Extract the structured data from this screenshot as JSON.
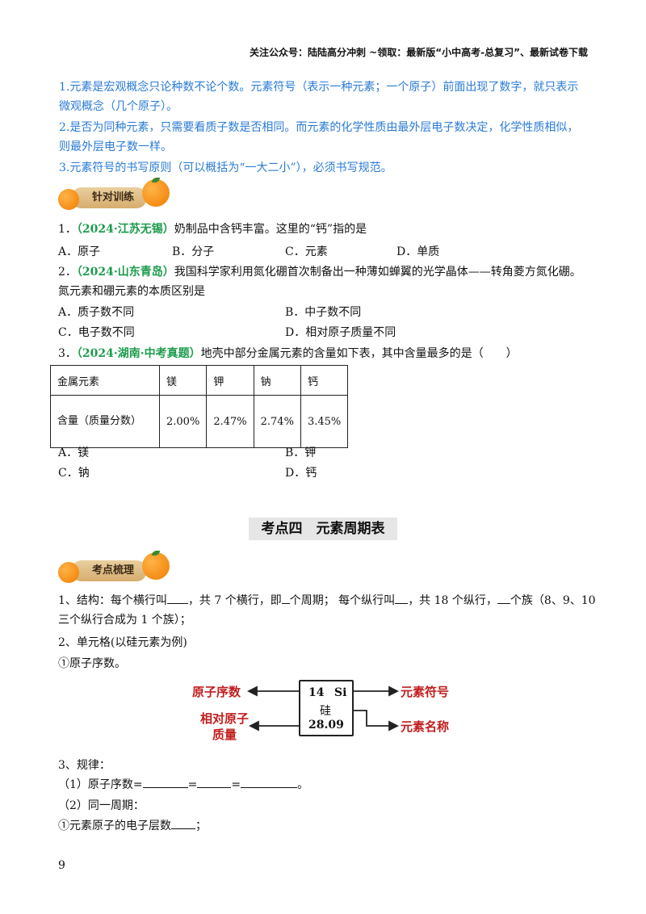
{
  "header": {
    "text": "关注公众号：陆陆高分冲刺 ~领取：最新版“小中高考-总复习”、最新试卷下载"
  },
  "notes": [
    "1.元素是宏观概念只论种数不论个数。元素符号（表示一种元素；一个原子）前面出现了数字，就只表示",
    "微观概念（几个原子）。",
    "2.是否为同种元素，只需要看质子数是否相同。而元素的化学性质由最外层电子数决定，化学性质相似，",
    "则最外层电子数一样。",
    "3.元素符号的书写原则（可以概括为“一大二小”），必须书写规范。"
  ],
  "badges": {
    "training": "针对训练",
    "review": "考点梳理"
  },
  "q1": {
    "num": "1．",
    "source": "（2024·江苏无锡）",
    "stem": "奶制品中含钙丰富。这里的“钙”指的是",
    "options": [
      "A．原子",
      "B．分子",
      "C．元素",
      "D．单质"
    ]
  },
  "q2": {
    "num": "2．",
    "source": "（2024·山东青岛）",
    "stem": "我国科学家利用氮化硼首次制备出一种薄如蝉翼的光学晶体——转角菱方氮化硼。",
    "stem2": "氮元素和硼元素的本质区别是",
    "options": [
      "A．质子数不同",
      "B．中子数不同",
      "C．电子数不同",
      "D．相对原子质量不同"
    ]
  },
  "q3": {
    "num": "3．",
    "source": "（2024·湖南·中考真题）",
    "stem": "地壳中部分金属元素的含量如下表，其中含量最多的是（　　）",
    "table": {
      "header": [
        "金属元素",
        "镁",
        "钾",
        "钠",
        "钙"
      ],
      "row_label": "含量（质量分数）",
      "values": [
        "2.00%",
        "2.47%",
        "2.74%",
        "3.45%"
      ]
    },
    "options": [
      "A．镁",
      "B．钾",
      "C．钠",
      "D．钙"
    ]
  },
  "section": {
    "title": "考点四　元素周期表"
  },
  "content": {
    "s1_a": "1、结构：每个横行叫",
    "s1_b": "，共 7 个横行，即",
    "s1_c": "个周期；  每个纵行叫",
    "s1_d": "，共 18 个纵行，",
    "s1_e": "个族（8、9、10",
    "s1_line2": "三个纵行合成为 1 个族）；",
    "s2": "2、单元格(以硅元素为例)",
    "s2_item": "①原子序数。",
    "s3": "3、规律：",
    "s3_1a": "（1）原子序数=",
    "s3_1b": "=",
    "s3_1c": "=",
    "s3_1d": "。",
    "s3_2": "（2）同一周期：",
    "s3_2a": "①元素原子的电子层数",
    "s3_2b": "；"
  },
  "diagram": {
    "label_atomic_number": "原子序数",
    "label_relative_mass_1": "相对原子",
    "label_relative_mass_2": "质量",
    "label_symbol": "元素符号",
    "label_name": "元素名称",
    "cell_number": "14",
    "cell_symbol": "Si",
    "cell_name": "硅",
    "cell_mass": "28.09"
  },
  "page_number": "9"
}
